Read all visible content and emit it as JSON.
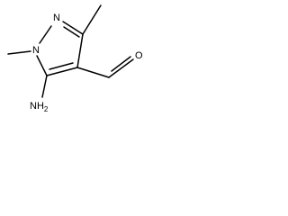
{
  "molecule": {
    "atom_labels": {
      "ring_n2": "N",
      "ring_n1": "N",
      "amino": "NH",
      "amino_sub": "2",
      "aldehyde_o": "O"
    },
    "colors": {
      "ink": "#000000",
      "background": "#ffffff"
    }
  }
}
